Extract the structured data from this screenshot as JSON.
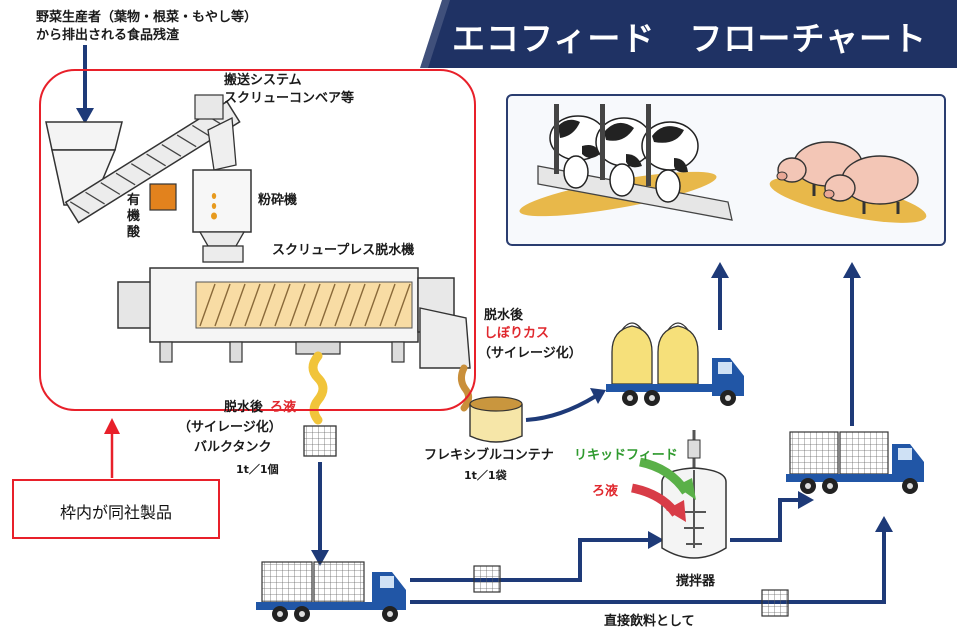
{
  "title": "エコフィード　フローチャート",
  "source_note": [
    "野菜生産者（葉物・根菜・もやし等）",
    "から排出される食品残渣"
  ],
  "labels": {
    "conveyor": [
      "搬送システム",
      "スクリューコンベア等"
    ],
    "crusher": "粉砕機",
    "acid": [
      "有",
      "機",
      "酸"
    ],
    "press": "スクリュープレス脱水機",
    "dewatered_pre": "脱水後",
    "dewatered_cake": "しぼりカス",
    "silage_cake": "（サイレージ化）",
    "liquid_pre": "脱水後",
    "liquid_red": "ろ液",
    "silage_liquid": "（サイレージ化）",
    "bulk_tank": "バルクタンク",
    "bulk_unit": "1t／1個",
    "flexible": "フレキシブルコンテナ",
    "flexible_unit": "1t／1袋",
    "liquid_feed": "リキッドフィード",
    "filtrate": "ろ液",
    "mixer": "撹拌器",
    "direct_feed": "直接飲料として"
  },
  "product_note": "枠内が同社製品",
  "colors": {
    "banner": "#1f3264",
    "frame_red": "#e8202a",
    "arrow_navy": "#1e3a78",
    "truck_blue": "#2156a6",
    "feed_yellow": "#e8b84a"
  }
}
